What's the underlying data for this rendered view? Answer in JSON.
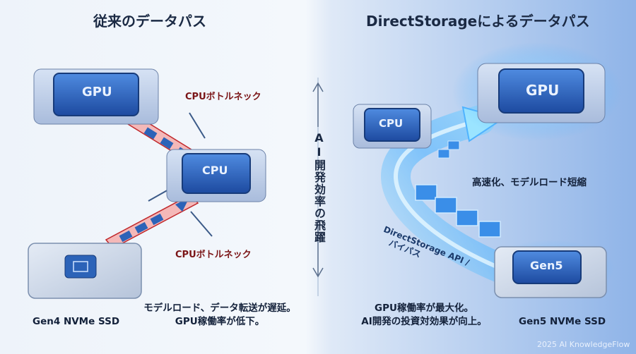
{
  "left": {
    "title": "従来のデータパス",
    "gpu_label": "GPU",
    "cpu_label": "CPU",
    "bottleneck_top": "CPUボトルネック",
    "bottleneck_bottom": "CPUボトルネック",
    "ssd_label": "Gen4 NVMe SSD",
    "caption_line1": "モデルロード、データ転送が遅延。",
    "caption_line2": "GPU稼働率が低下。"
  },
  "center": {
    "leap_label": "AI開発効率の飛躍"
  },
  "right": {
    "title": "DirectStorageによるデータパス",
    "cpu_label": "CPU",
    "gpu_label": "GPU",
    "ssd_chip_label": "Gen5",
    "speedup_label": "高速化、モデルロード短縮",
    "api_line1": "DirectStorage API /",
    "api_line2": "バイパス",
    "ssd_label": "Gen5 NVMe SSD",
    "caption_line1": "GPU稼働率が最大化。",
    "caption_line2": "AI開発の投資対効果が向上。"
  },
  "footer": "2025 AI KnowledgeFlow",
  "colors": {
    "chip_blue": "#2c63b8",
    "chip_dark": "#1a3a78",
    "bottleneck_red": "#c0282b",
    "glow_blue": "#4fb3ff",
    "title_text": "#1b2a44"
  },
  "icons": [
    "chip-icon",
    "arrow-up-icon",
    "arrow-down-icon",
    "glow-arrow-icon"
  ]
}
